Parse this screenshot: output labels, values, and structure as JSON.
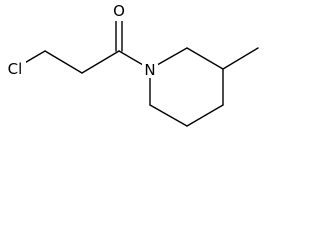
{
  "molecule": {
    "atoms": {
      "chlorine": "Cl",
      "oxygen": "O",
      "nitrogen": "N"
    },
    "colors": {
      "bond": "#000000",
      "label": "#000000",
      "background": "#ffffff"
    }
  }
}
